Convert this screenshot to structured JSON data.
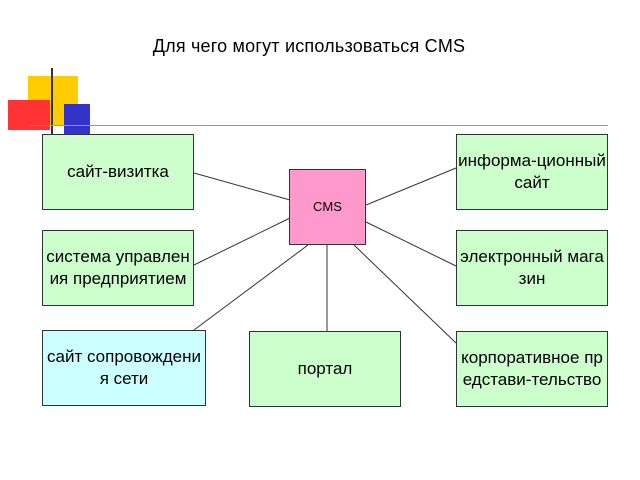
{
  "title": "Для чего могут использоваться CMS",
  "center": {
    "label": "CMS"
  },
  "nodes": {
    "business_card": "сайт-визитка",
    "enterprise_system": "система управления предприятием",
    "network_support": "сайт сопровождения сети",
    "portal": "портал",
    "info_site": "информа-ционный сайт",
    "ecommerce": "электронный магазин",
    "corporate": "корпоративное представи-тельство"
  },
  "colors": {
    "node_green": "#ccffcc",
    "node_cyan": "#ccffff",
    "center_pink": "#ff99cc",
    "deco_yellow": "#ffcc00",
    "deco_red": "#ff3333",
    "deco_blue": "#3333cc",
    "rule": "#999999"
  }
}
